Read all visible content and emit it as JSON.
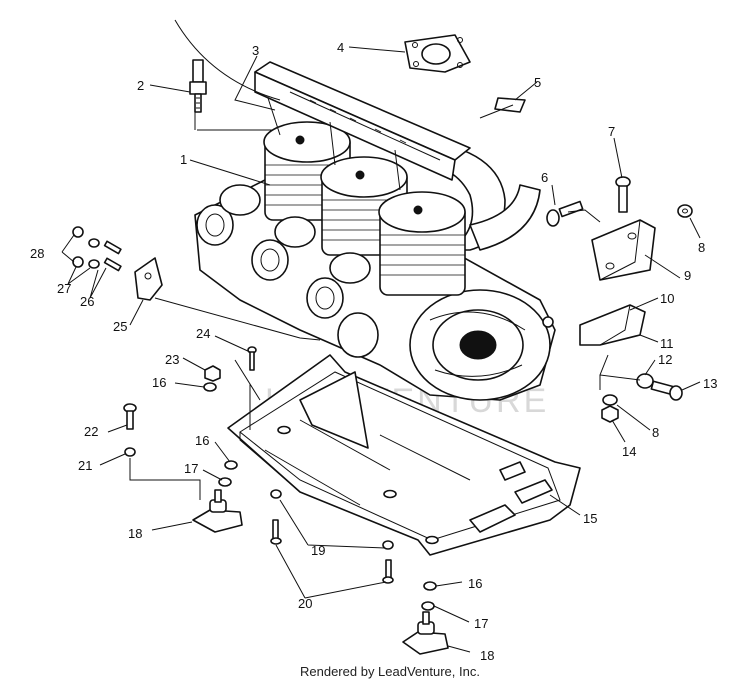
{
  "callouts": {
    "n1": "1",
    "n2": "2",
    "n3": "3",
    "n4": "4",
    "n5": "5",
    "n6": "6",
    "n7": "7",
    "n8a": "8",
    "n8b": "8",
    "n9": "9",
    "n10": "10",
    "n11": "11",
    "n12": "12",
    "n13": "13",
    "n14": "14",
    "n15": "15",
    "n16a": "16",
    "n16b": "16",
    "n16c": "16",
    "n17a": "17",
    "n17b": "17",
    "n18a": "18",
    "n18b": "18",
    "n19": "19",
    "n20": "20",
    "n21": "21",
    "n22": "22",
    "n23": "23",
    "n24": "24",
    "n25": "25",
    "n26": "26",
    "n27": "27",
    "n28": "28"
  },
  "footer": "Rendered by LeadVenture, Inc.",
  "watermark": "LEADVENTURE"
}
